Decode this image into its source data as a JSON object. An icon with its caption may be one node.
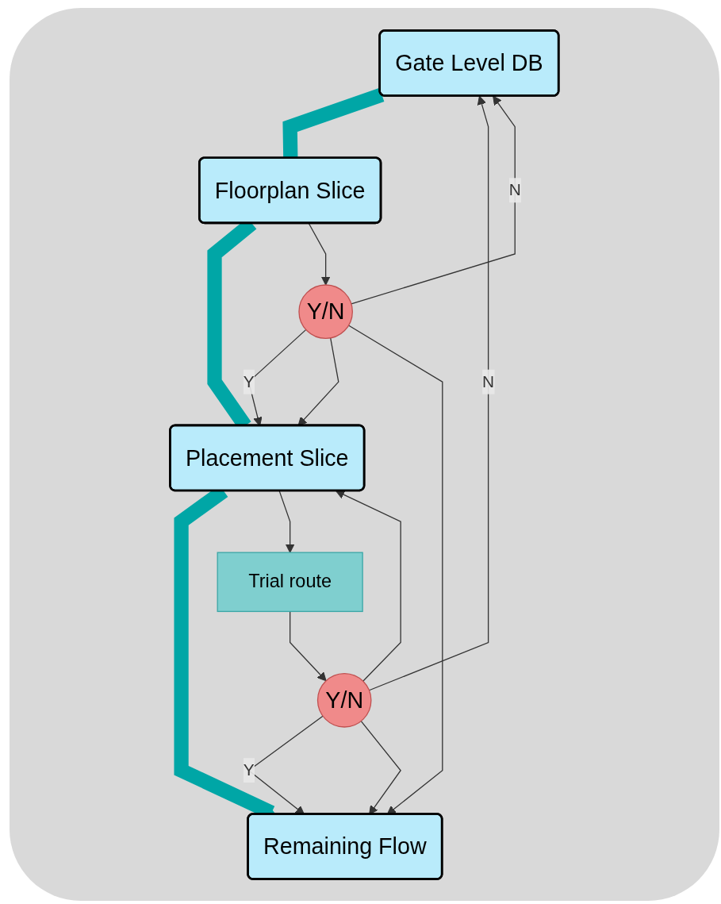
{
  "diagram": {
    "nodes": [
      {
        "text": [
          "Gate Level DB"
        ]
      },
      {
        "text": [
          "Floorplan Slice"
        ]
      },
      {
        "text": [
          "Y/N"
        ]
      },
      {
        "text": [
          "Placement Slice"
        ]
      },
      {
        "text": [
          "Trial route"
        ]
      },
      {
        "text": [
          "Y/N"
        ]
      },
      {
        "text": [
          "Remaining Flow"
        ]
      }
    ],
    "edges": [
      {
        "from": 0,
        "to": 1,
        "arrow": "none",
        "style": "thick",
        "color": "#00a6a6"
      },
      {
        "from": 1,
        "to": 3,
        "arrow": "none",
        "style": "thick",
        "color": "#00a6a6"
      },
      {
        "from": 3,
        "to": 6,
        "arrow": "to",
        "style": "thick",
        "color": "#00a6a6"
      },
      {
        "from": 1,
        "to": 2,
        "arrow": "to"
      },
      {
        "from": 2,
        "to": 3,
        "arrow": "to",
        "label": "Y"
      },
      {
        "from": 2,
        "to": 0,
        "arrow": "to",
        "label": "N"
      },
      {
        "from": 2,
        "to": 3,
        "arrow": "to"
      },
      {
        "from": 2,
        "to": 6,
        "arrow": "to"
      },
      {
        "from": 3,
        "to": 4,
        "arrow": "to"
      },
      {
        "from": 4,
        "to": 5,
        "arrow": "to"
      },
      {
        "from": 5,
        "to": 6,
        "arrow": "to",
        "label": "Y"
      },
      {
        "from": 5,
        "to": 0,
        "arrow": "to",
        "label": "N"
      },
      {
        "from": 5,
        "to": 3,
        "arrow": "to"
      },
      {
        "from": 5,
        "to": 6,
        "arrow": "to"
      }
    ]
  }
}
